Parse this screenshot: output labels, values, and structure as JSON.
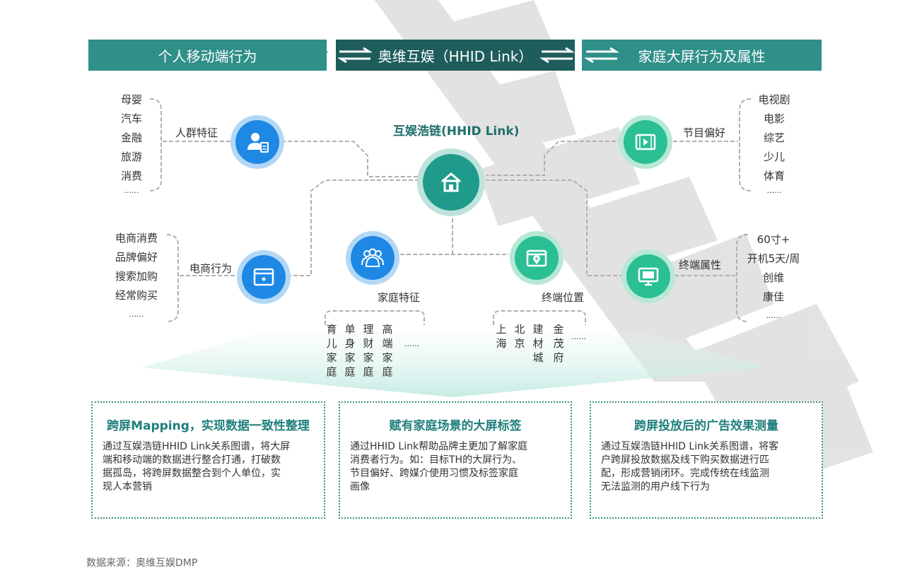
{
  "header": {
    "left": "个人移动端行为",
    "center": "奥维互娱（HHID Link）",
    "right": "家庭大屏行为及属性"
  },
  "center_node": {
    "label": "互娱浩链(HHID Link)",
    "icon": "home-icon"
  },
  "nodes": {
    "crowd": {
      "label": "人群特征",
      "icon": "person-card-icon",
      "items": [
        "母婴",
        "汽车",
        "金融",
        "旅游",
        "消费",
        "......"
      ]
    },
    "ecommerce": {
      "label": "电商行为",
      "icon": "browser-window-icon",
      "items": [
        "电商消费",
        "品牌偏好",
        "搜索加购",
        "经常购买",
        "......"
      ]
    },
    "family": {
      "label": "家庭特征",
      "icon": "group-icon",
      "columns": [
        "育儿家庭",
        "单身家庭",
        "理财家庭",
        "高端家庭"
      ],
      "more": "......"
    },
    "location": {
      "label": "终端位置",
      "icon": "location-window-icon",
      "columns": [
        "上海",
        "北京",
        "建材城",
        "金茂府"
      ],
      "more": "......"
    },
    "program": {
      "label": "节目偏好",
      "icon": "video-play-icon",
      "items": [
        "电视剧",
        "电影",
        "综艺",
        "少儿",
        "体育",
        "......"
      ]
    },
    "terminal": {
      "label": "终端属性",
      "icon": "monitor-icon",
      "items": [
        "60寸+",
        "开机5天/周",
        "创维",
        "康佳",
        "......"
      ]
    }
  },
  "boxes": [
    {
      "title": "跨屏Mapping，实现数据一致性整理",
      "lines": [
        "通过互娱浩链HHID Link关系图谱，将大屏",
        "端和移动端的数据进行整合打通，打破数",
        "据孤岛，将跨屏数据整合到个人单位，实",
        "现人本营销"
      ]
    },
    {
      "title": "赋有家庭场景的大屏标签",
      "lines": [
        "通过HHID Link帮助品牌主更加了解家庭",
        "消费者行为。如：目标TH的大屏行为、",
        "节目偏好、跨媒介使用习惯及标签家庭",
        "画像"
      ]
    },
    {
      "title": "跨屏投放后的广告效果测量",
      "lines": [
        "通过互娱浩链HHID Link关系图谱，将客",
        "户跨屏投放数据及线下购买数据进行匹",
        "配，形成营销闭环。完成传统在线监测",
        "无法监测的用户线下行为"
      ]
    }
  ],
  "source": "数据来源：奥维互娱DMP",
  "colors": {
    "header_teal": "#2f8f89",
    "header_dark": "#1e5d5c",
    "blue": "#1e88e5",
    "green": "#2bbf94",
    "title_teal": "#1f7f7c"
  }
}
